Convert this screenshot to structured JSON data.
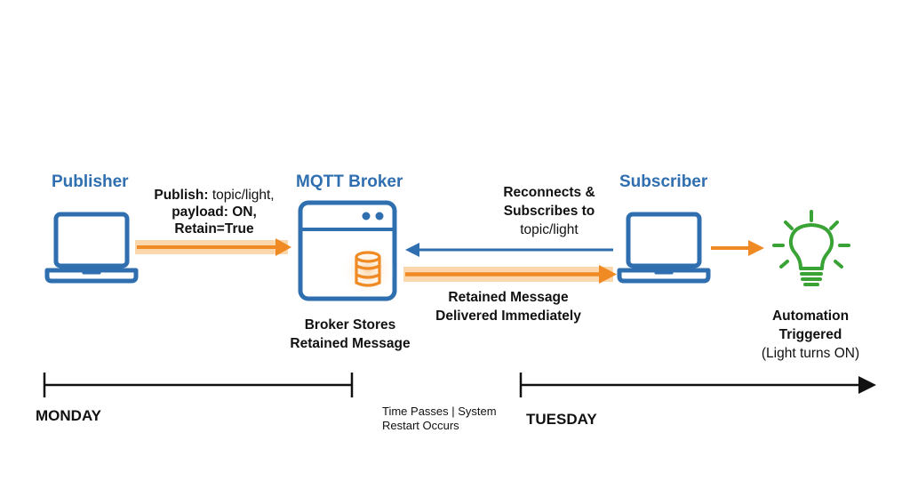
{
  "publisher": {
    "title": "Publisher"
  },
  "broker": {
    "title": "MQTT Broker",
    "caption_line1": "Broker Stores",
    "caption_line2": "Retained Message"
  },
  "subscriber": {
    "title": "Subscriber"
  },
  "publish_label": {
    "prefix": "Publish:",
    "line1_rest": " topic/light,",
    "line2": "payload: ON,",
    "line3": "Retain=True"
  },
  "subscribe_label": {
    "line1": "Reconnects &",
    "line2": "Subscribes to",
    "line3": "topic/light"
  },
  "delivery_label": {
    "line1": "Retained Message",
    "line2": "Delivered Immediately"
  },
  "automation": {
    "line1": "Automation",
    "line2": "Triggered",
    "line3": "(Light turns ON)"
  },
  "timeline": {
    "start_label": "MONDAY",
    "middle_line1": "Time Passes | System",
    "middle_line2": "Restart Occurs",
    "end_label": "TUESDAY"
  },
  "colors": {
    "blue": "#2f6fb0",
    "orange": "#f08a24",
    "orange_glow": "#fbd7ad",
    "green": "#3aa335",
    "black": "#111111"
  },
  "icons": [
    "laptop-icon",
    "server-window-icon",
    "database-icon",
    "lightbulb-icon"
  ]
}
